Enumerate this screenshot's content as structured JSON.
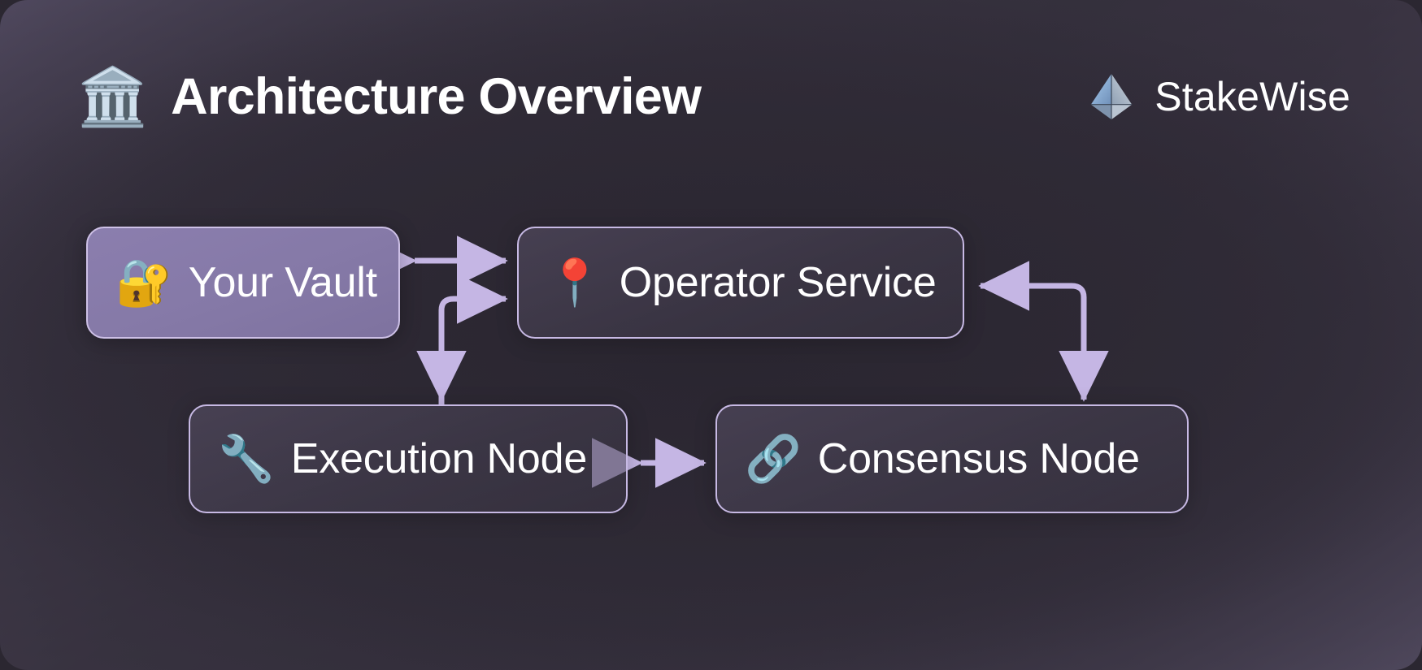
{
  "header": {
    "title": "Architecture Overview",
    "title_icon": "classical-building-icon",
    "title_emoji": "🏛️",
    "brand_name": "StakeWise",
    "brand_logo_icon": "stakewise-diamond-logo"
  },
  "theme": {
    "background_dark": "#332f3a",
    "background_edge": "#5e5670",
    "accent_lavender": "#c5b6e4",
    "node_fill_purple": "#8579a7",
    "node_border": "#c7b9e4",
    "text_color": "#ffffff"
  },
  "diagram": {
    "type": "architecture-flow",
    "nodes": [
      {
        "id": "vault",
        "label": "Your Vault",
        "emoji": "🔐",
        "icon": "vault-icon",
        "style": "filled"
      },
      {
        "id": "operator",
        "label": "Operator Service",
        "emoji": "📍",
        "icon": "location-pin-icon",
        "style": "outlined"
      },
      {
        "id": "execution",
        "label": "Execution Node",
        "emoji": "🔧",
        "icon": "wrench-icon",
        "style": "outlined"
      },
      {
        "id": "consensus",
        "label": "Consensus Node",
        "emoji": "🔗",
        "icon": "chain-link-icon",
        "style": "outlined"
      }
    ],
    "edges": [
      {
        "id": "vault-operator",
        "from": "vault",
        "to": "operator",
        "direction": "bidirectional"
      },
      {
        "id": "execution-operator",
        "from": "execution",
        "to": "operator",
        "direction": "forward"
      },
      {
        "id": "operator-execution",
        "from": "operator",
        "to": "execution",
        "direction": "forward"
      },
      {
        "id": "execution-consensus",
        "from": "execution",
        "to": "consensus",
        "direction": "bidirectional"
      },
      {
        "id": "consensus-operator",
        "from": "consensus",
        "to": "operator",
        "direction": "forward"
      }
    ]
  }
}
